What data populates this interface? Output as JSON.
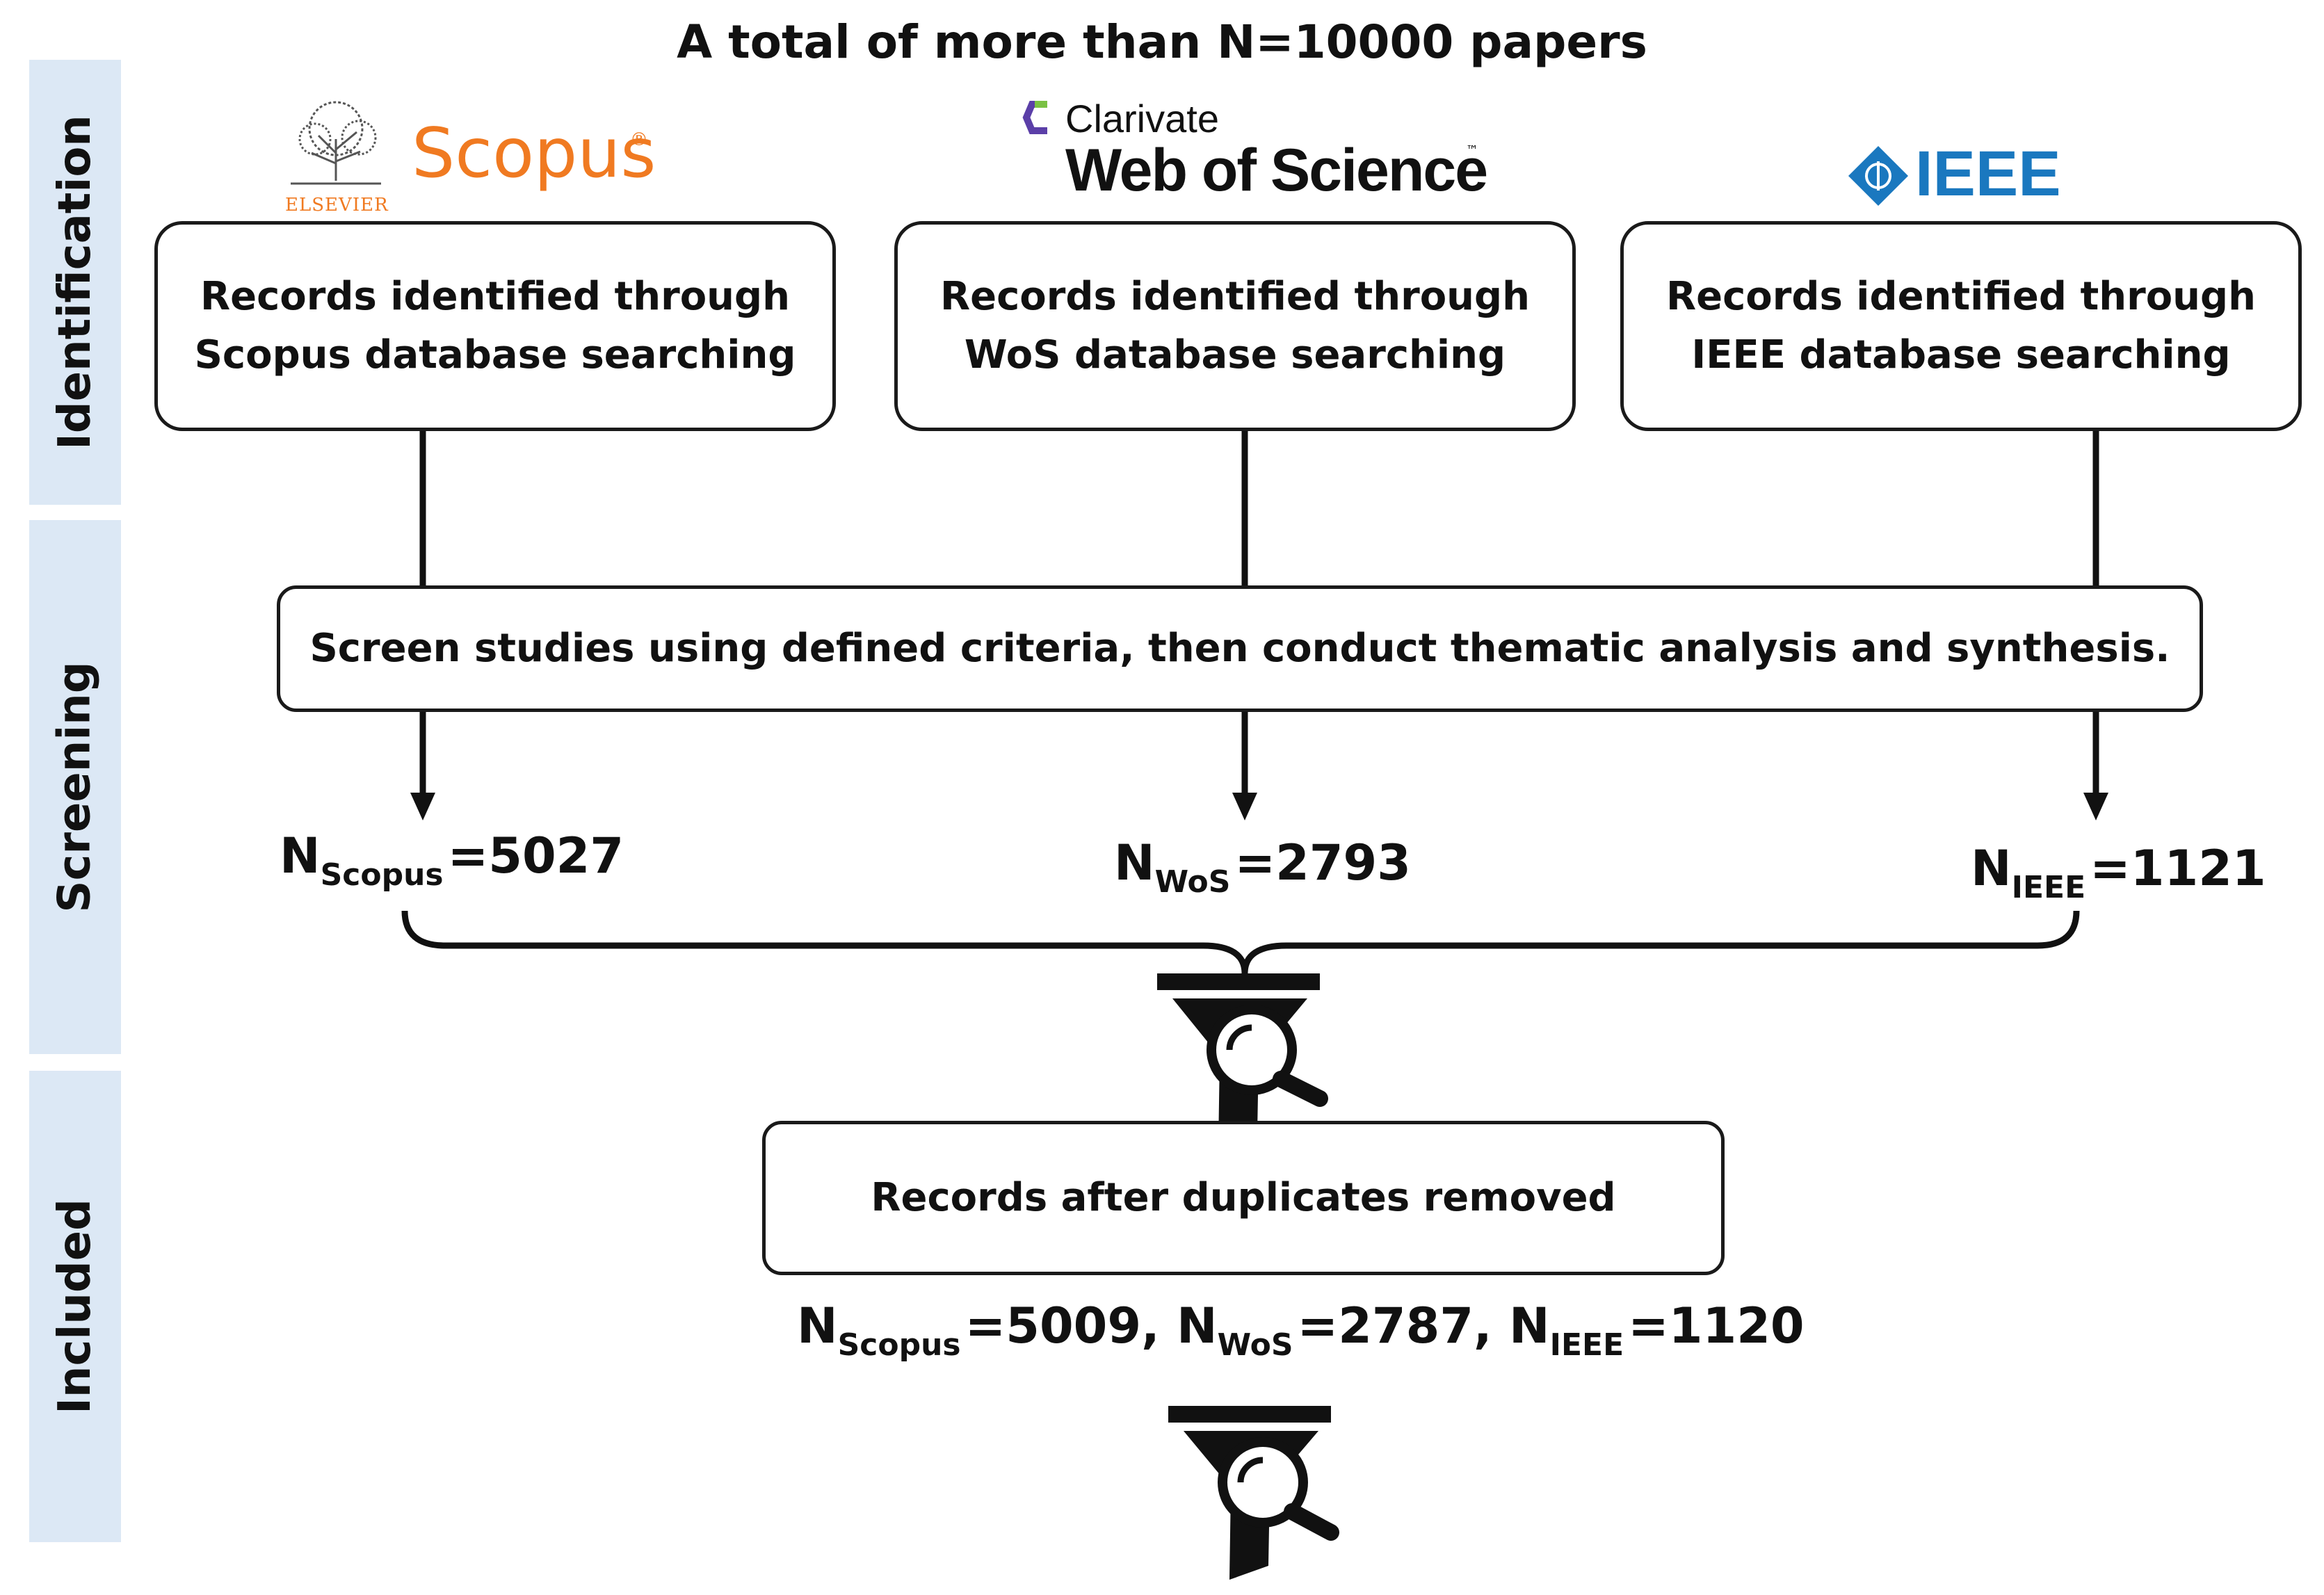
{
  "title": "A total of more than N=10000 papers",
  "stages": [
    "Identification",
    "Screening",
    "Included"
  ],
  "logos": {
    "scopus_publisher": "ELSEVIER",
    "scopus": "Scopus",
    "scopus_mark": "®",
    "clarivate": "Clarivate",
    "wos": "Web of Science",
    "wos_mark": "™",
    "ieee": "IEEE"
  },
  "sources": {
    "scopus": {
      "line1": "Records identified through",
      "line2": "Scopus database searching"
    },
    "wos": {
      "line1": "Records identified through",
      "line2": "WoS database searching"
    },
    "ieee": {
      "line1": "Records identified through",
      "line2": "IEEE database searching"
    }
  },
  "screening": "Screen studies using defined criteria, then conduct thematic analysis and synthesis.",
  "screened_counts": {
    "scopus": {
      "n": "N",
      "sub": "Scopus",
      "value": "=5027"
    },
    "wos": {
      "n": "N",
      "sub": "WoS",
      "value": "=2793"
    },
    "ieee": {
      "n": "N",
      "sub": "IEEE",
      "value": "=1121"
    }
  },
  "dedup_box": "Records after duplicates removed",
  "final_counts": {
    "scopus": {
      "n": "N",
      "sub": "Scopus",
      "value": "=5009,"
    },
    "wos": {
      "n": " N",
      "sub": "WoS",
      "value": "=2787,"
    },
    "ieee": {
      "n": " N",
      "sub": "IEEE",
      "value": "=1120"
    }
  },
  "icons": [
    "funnel-search-icon",
    "funnel-search-icon"
  ],
  "colors": {
    "stage_band": "#dce8f5",
    "scopus": "#f07a21",
    "ieee": "#1a78bf",
    "clarivate": "#5b3fa8"
  }
}
